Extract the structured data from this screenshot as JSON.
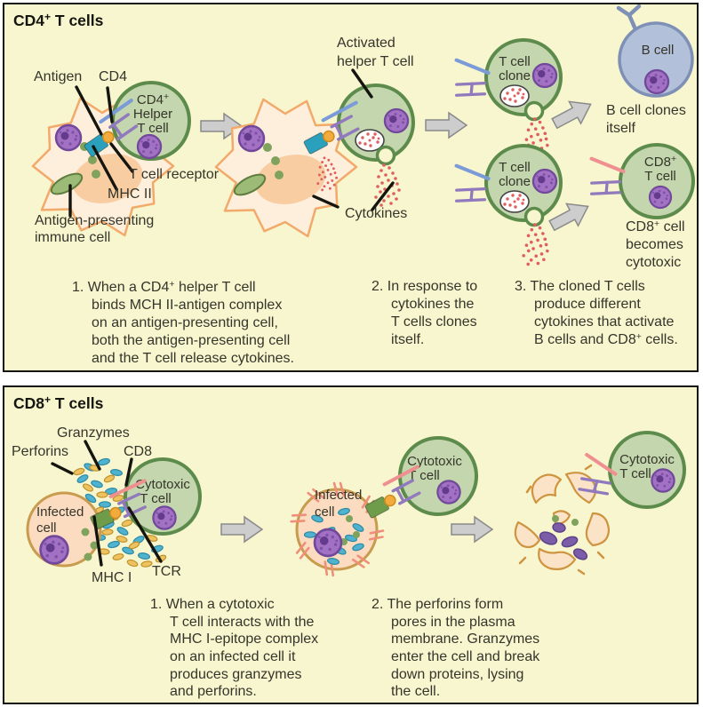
{
  "colors": {
    "background": "#f8f6cf",
    "panel_border": "#15150f",
    "t_cell_fill": "#c3d6ad",
    "t_cell_border": "#5d8b4c",
    "nucleus": "#a271c4",
    "apc_fill": "#fdefdb",
    "apc_border": "#f2aa6b",
    "b_cell_fill": "#b3c0da",
    "b_cell_border": "#7e90b5",
    "infected_fill": "#fbdcc0",
    "infected_border": "#c89b4e",
    "mhc_ii": "#2ba0bd",
    "mhc_i": "#6f9c4a",
    "antigen": "#f2ab3c",
    "tcr": "#9179bd",
    "cd4_ligand": "#7b9ad8",
    "cd8_ligand": "#ef8f8f",
    "cytokine": "#e05e5e",
    "granzyme": "#4fb3cf",
    "perforin": "#eec25e",
    "arrow_fill": "#cdcdcd"
  },
  "panel1": {
    "title": {
      "base": "CD4",
      "sup": "+",
      "rest": " T cells"
    },
    "labels": {
      "antigen": "Antigen",
      "cd4": "CD4",
      "helper_l1_base": "CD4",
      "helper_l1_sup": "+",
      "helper_l2": "Helper",
      "helper_l3": "T cell",
      "tcr": "T cell receptor",
      "mhc2": "MHC II",
      "apc_l1": "Antigen-presenting",
      "apc_l2": "immune cell",
      "activated_l1": "Activated",
      "activated_l2": "helper T cell",
      "cytokines": "Cytokines",
      "clone_l1": "T cell",
      "clone_l2": "clone",
      "b_cell": "B cell",
      "b_clones_l1": "B cell clones",
      "b_clones_l2": "itself",
      "cd8_l1_base": "CD8",
      "cd8_l1_sup": "+",
      "cd8_l2": "T cell",
      "cd8_becomes_l1_base": "CD8",
      "cd8_becomes_l1_sup": "+",
      "cd8_becomes_l1_rest": " cell",
      "cd8_becomes_l2": "becomes",
      "cd8_becomes_l3": "cytotoxic"
    },
    "steps": {
      "s1": {
        "l1_a": "1. When a CD4",
        "l1_sup": "+",
        "l1_b": " helper T cell",
        "l2": "binds MCH II-antigen complex",
        "l3": "on an antigen-presenting cell,",
        "l4": "both the antigen-presenting cell",
        "l5": "and the T cell release cytokines."
      },
      "s2": {
        "l1": "2. In response to",
        "l2": "cytokines the",
        "l3": "T cells clones",
        "l4": "itself."
      },
      "s3": {
        "l1": "3. The cloned T cells",
        "l2": "produce different",
        "l3": "cytokines that activate",
        "l4_a": "B cells and CD8",
        "l4_sup": "+",
        "l4_b": " cells."
      }
    }
  },
  "panel2": {
    "title": {
      "base": "CD8",
      "sup": "+",
      "rest": " T cells"
    },
    "labels": {
      "granzymes": "Granzymes",
      "perforins": "Perforins",
      "cd8": "CD8",
      "cytotoxic_l1": "Cytotoxic",
      "cytotoxic_l2": "T cell",
      "infected_l1": "Infected",
      "infected_l2": "cell",
      "mhc1": "MHC I",
      "tcr": "TCR"
    },
    "steps": {
      "s1": {
        "l1": "1. When a cytotoxic",
        "l2": "T cell interacts with the",
        "l3": "MHC I-epitope complex",
        "l4": "on an infected cell it",
        "l5": "produces granzymes",
        "l6": "and perforins."
      },
      "s2": {
        "l1": "2. The perforins form",
        "l2": "pores in the plasma",
        "l3": "membrane. Granzymes",
        "l4": "enter the cell and break",
        "l5": "down proteins, lysing",
        "l6": "the cell."
      }
    }
  }
}
